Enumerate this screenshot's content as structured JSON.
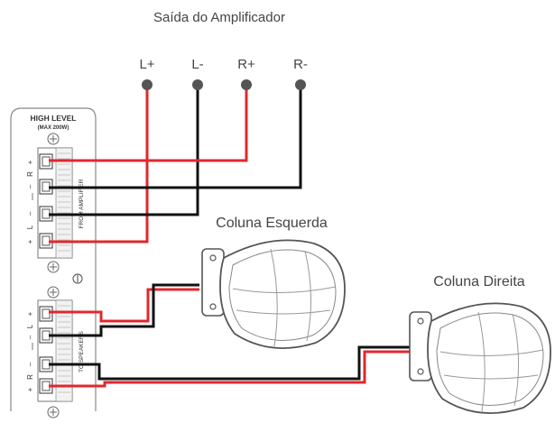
{
  "title": "Saída do Amplificador",
  "terminals": [
    "L+",
    "L-",
    "R+",
    "R-"
  ],
  "panel": {
    "header": "HIGH LEVEL",
    "subheader": "(MAX 200W)",
    "input_group_label": "FROM AMPLIFIER",
    "output_group_label": "TO SPEAKERS",
    "input_pins": [
      "+",
      "R",
      "–",
      "–",
      "L",
      "+"
    ],
    "output_pins": [
      "+",
      "L",
      "–",
      "–",
      "R",
      "+"
    ]
  },
  "speakers": {
    "left": "Coluna Esquerda",
    "right": "Coluna Direita"
  },
  "colors": {
    "positive_wire": "#e0282e",
    "negative_wire": "#111111",
    "terminal_dot": "#555555"
  }
}
